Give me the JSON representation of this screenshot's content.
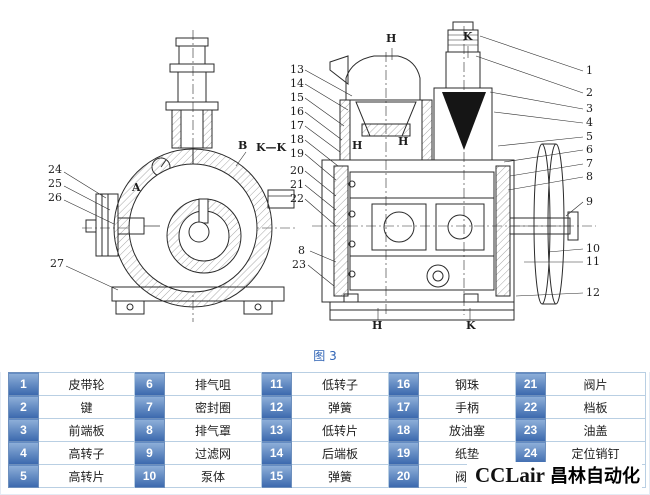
{
  "colors": {
    "caption_blue": "#2f63b5",
    "table_border": "#b9cfe3",
    "number_cell_top": "#8fb0d9",
    "number_cell_bottom": "#3a68ad",
    "number_cell_border": "#6d8fbd",
    "drawing_line": "#2b2b2b",
    "watermark_color": "#111111"
  },
  "figure": {
    "caption": "图 3",
    "left_view_callouts": [
      "24",
      "25",
      "26",
      "27"
    ],
    "left_view_letters": {
      "a": "A",
      "b": "B",
      "section": "K—K"
    },
    "right_view_left_callouts": [
      "13",
      "14",
      "15",
      "16",
      "17",
      "18",
      "19",
      "20",
      "21",
      "22",
      "8",
      "23"
    ],
    "right_view_right_callouts": [
      "1",
      "2",
      "3",
      "4",
      "5",
      "6",
      "7",
      "8",
      "9",
      "10",
      "11",
      "12"
    ],
    "right_view_letters": {
      "h_top": "H",
      "k_top": "K",
      "h_bottom": "H",
      "k_bottom": "K",
      "h_mid_left": "H",
      "h_mid_right": "H"
    }
  },
  "parts_table": {
    "rows": [
      [
        {
          "no": "1",
          "name": "皮带轮"
        },
        {
          "no": "6",
          "name": "排气咀"
        },
        {
          "no": "11",
          "name": "低转子"
        },
        {
          "no": "16",
          "name": "钢珠"
        },
        {
          "no": "21",
          "name": "阀片"
        }
      ],
      [
        {
          "no": "2",
          "name": "键"
        },
        {
          "no": "7",
          "name": "密封圈"
        },
        {
          "no": "12",
          "name": "弹簧"
        },
        {
          "no": "17",
          "name": "手柄"
        },
        {
          "no": "22",
          "name": "档板"
        }
      ],
      [
        {
          "no": "3",
          "name": "前端板"
        },
        {
          "no": "8",
          "name": "排气罩"
        },
        {
          "no": "13",
          "name": "低转片"
        },
        {
          "no": "18",
          "name": "放油塞"
        },
        {
          "no": "23",
          "name": "油盖"
        }
      ],
      [
        {
          "no": "4",
          "name": "高转子"
        },
        {
          "no": "9",
          "name": "过滤网"
        },
        {
          "no": "14",
          "name": "后端板"
        },
        {
          "no": "19",
          "name": "纸垫"
        },
        {
          "no": "24",
          "name": "定位销钉"
        }
      ],
      [
        {
          "no": "5",
          "name": "高转片"
        },
        {
          "no": "10",
          "name": "泵体"
        },
        {
          "no": "15",
          "name": "弹簧"
        },
        {
          "no": "20",
          "name": "阀座"
        },
        {
          "no": "",
          "name": ""
        }
      ]
    ]
  },
  "watermark": {
    "latin": "CCLair",
    "cjk": "昌林自动化"
  }
}
